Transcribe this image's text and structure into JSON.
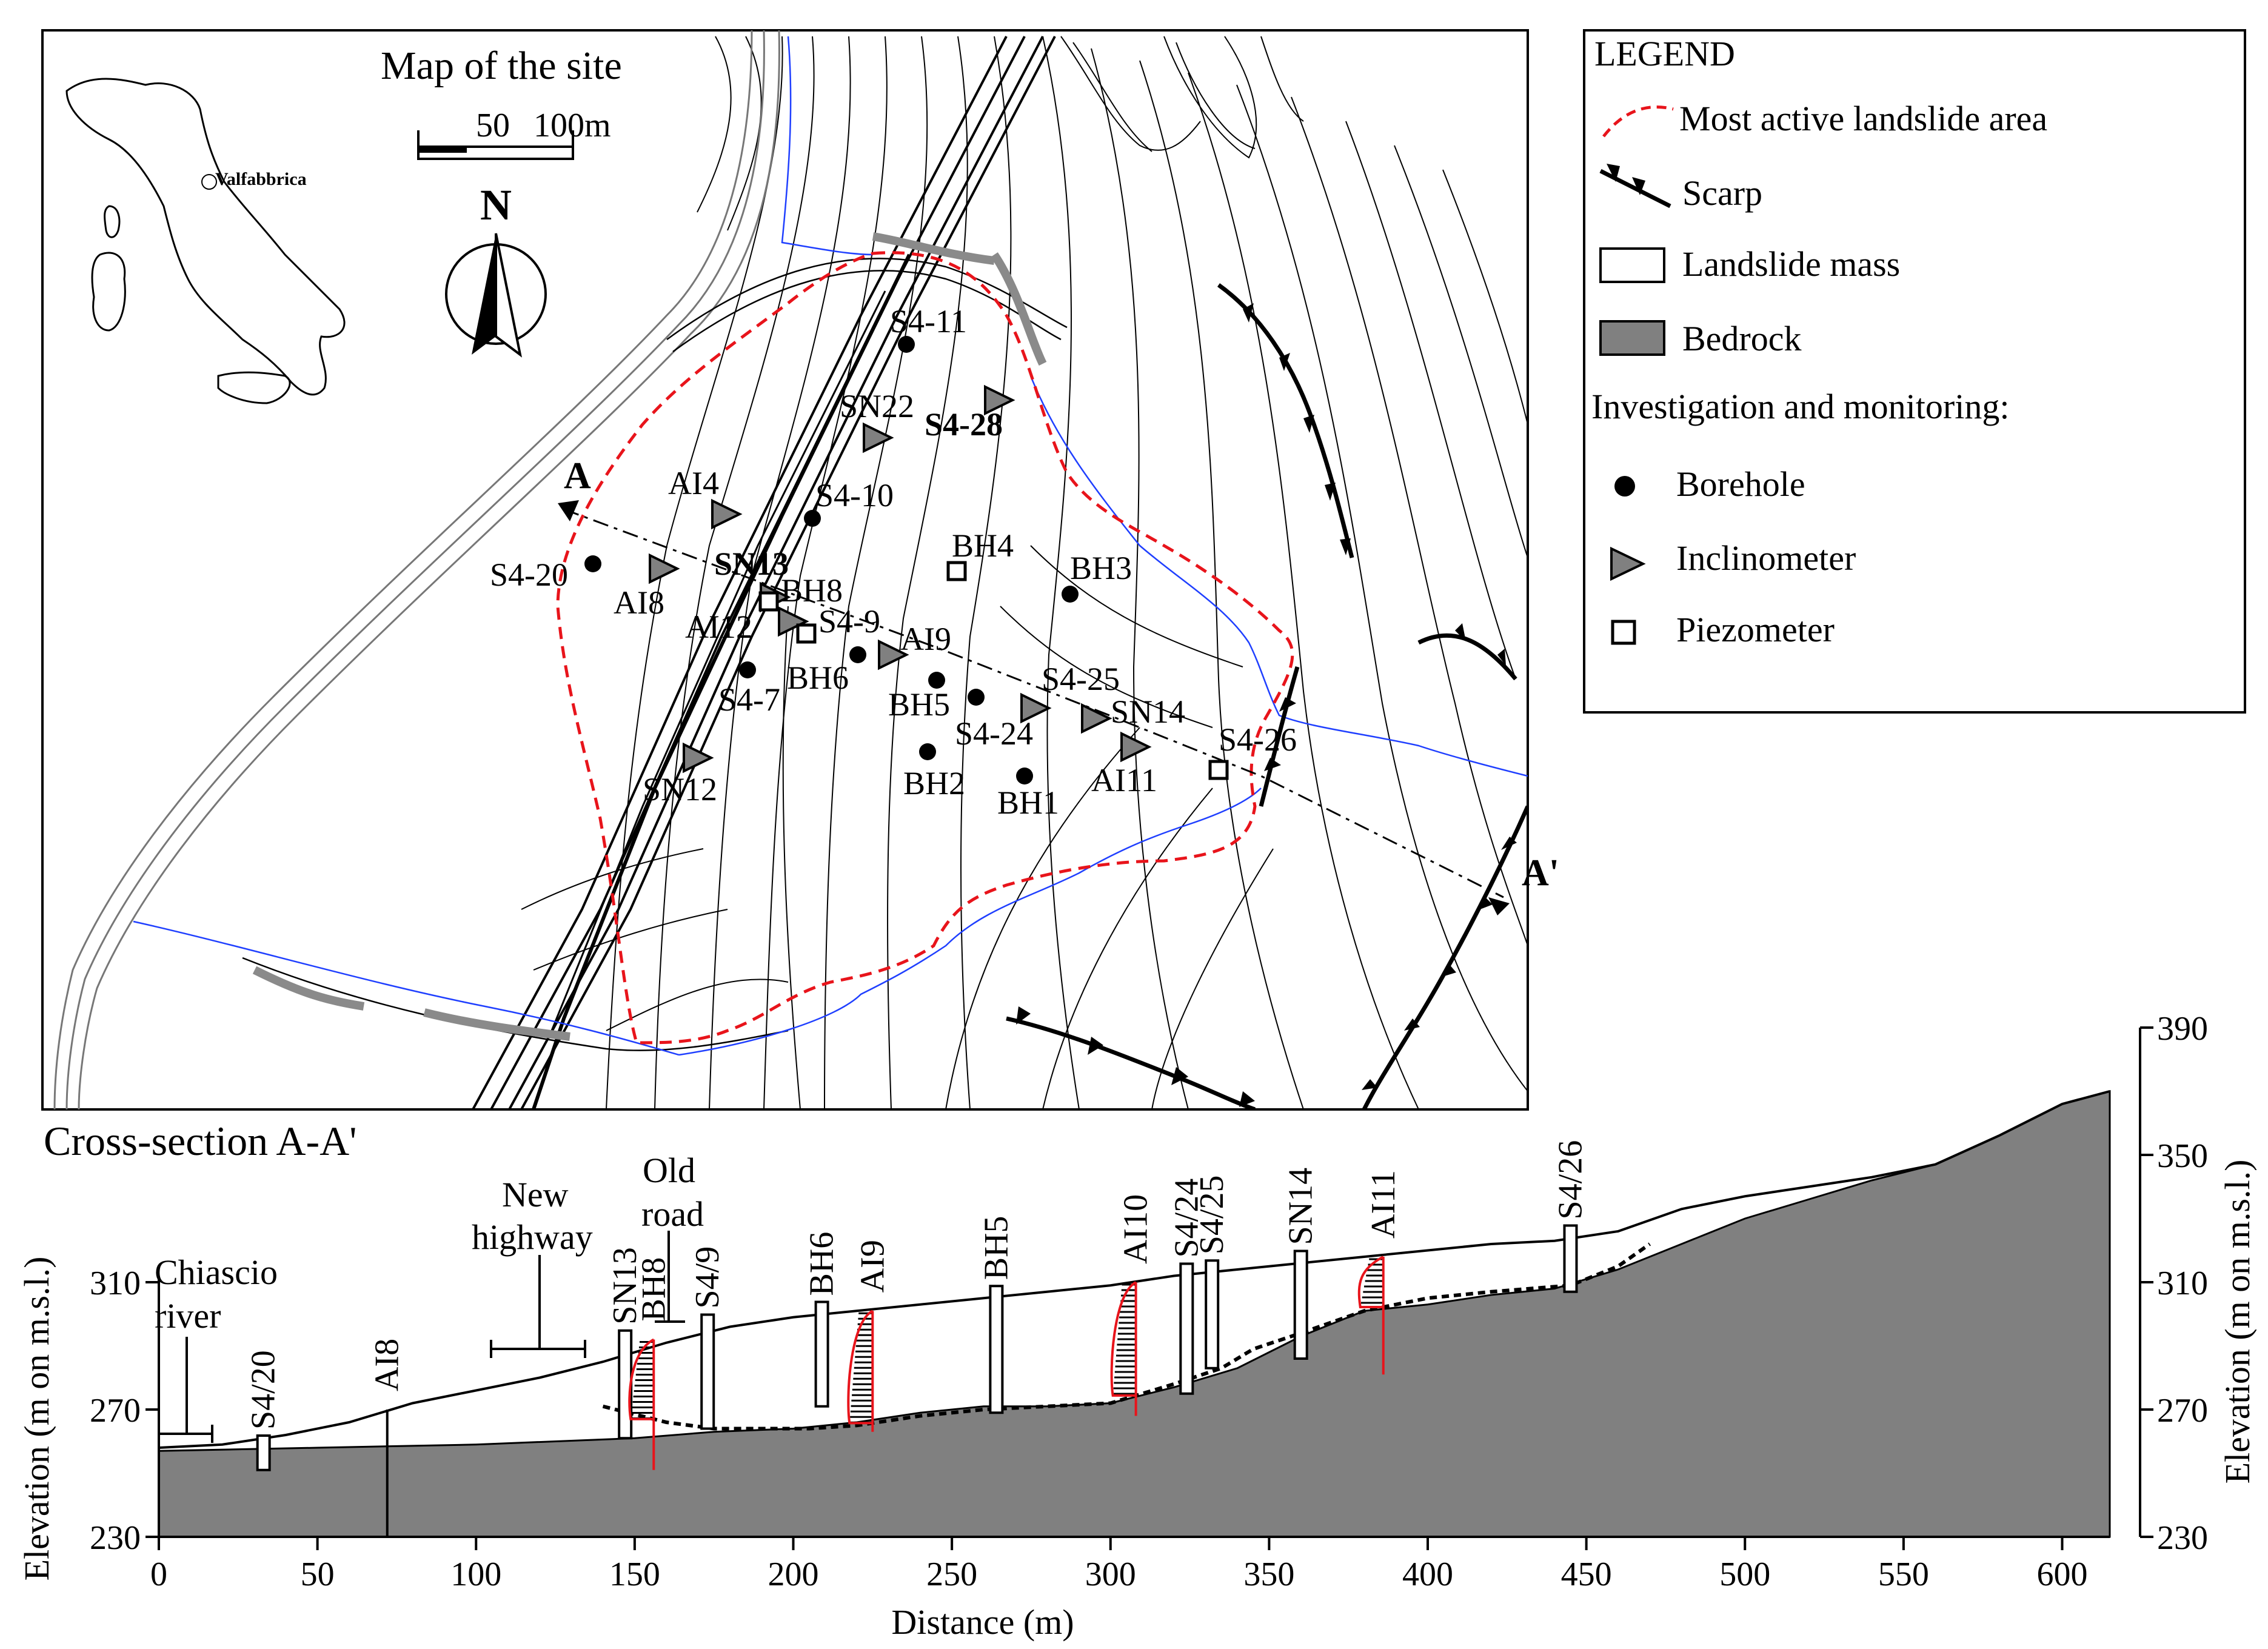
{
  "map": {
    "title": "Map of the site",
    "scale_bar": {
      "labels": [
        "50",
        "100m"
      ]
    },
    "north_label": "N",
    "inset_label": "Valfabbrica",
    "section_line_labels": {
      "start": "A",
      "end": "A'"
    },
    "borehole_labels": [
      "S4-11",
      "S4-10",
      "S4-20",
      "S4-7",
      "BH6",
      "BH5",
      "BH2",
      "BH1",
      "BH3",
      "S4-24"
    ],
    "inclinometer_labels": [
      "SN22",
      "S4-28",
      "AI4",
      "AI8",
      "SN13",
      "AI12",
      "AI9",
      "S4-25",
      "SN14",
      "AI11",
      "SN12"
    ],
    "piezometer_labels": [
      "BH4",
      "BH8",
      "S4-9",
      "S4-26"
    ]
  },
  "legend": {
    "title": "LEGEND",
    "items": [
      {
        "label": "Most active landslide area",
        "symbol": "red-dashed-line-icon",
        "color": "#e8141b"
      },
      {
        "label": "Scarp",
        "symbol": "scarp-line-icon"
      },
      {
        "label": "Landslide mass",
        "symbol": "white-box-icon"
      },
      {
        "label": "Bedrock",
        "symbol": "gray-box-icon",
        "color": "#808080"
      }
    ],
    "investigation_title": "Investigation and monitoring:",
    "investigation_items": [
      {
        "label": "Borehole",
        "symbol": "filled-circle-icon"
      },
      {
        "label": "Inclinometer",
        "symbol": "gray-triangle-icon"
      },
      {
        "label": "Piezometer",
        "symbol": "hollow-square-icon"
      }
    ]
  },
  "section": {
    "title": "Cross-section A-A'",
    "annotations": {
      "river": [
        "Chiascio",
        "river"
      ],
      "highway": [
        "New",
        "highway"
      ],
      "old_road": [
        "Old",
        "road"
      ]
    }
  },
  "chart_data": {
    "type": "area",
    "xlabel": "Distance (m)",
    "ylabel_left": "Elevation (m on m.s.l.)",
    "ylabel_right": "Elevation (m on m.s.l.)",
    "xlim": [
      0,
      615
    ],
    "ylim": [
      230,
      390
    ],
    "x_ticks": [
      0,
      50,
      100,
      150,
      200,
      250,
      300,
      350,
      400,
      450,
      500,
      550,
      600
    ],
    "y_ticks_left": [
      230,
      270,
      310
    ],
    "y_ticks_right": [
      230,
      270,
      310,
      350,
      390
    ],
    "ground_surface": {
      "x": [
        0,
        20,
        40,
        60,
        80,
        100,
        120,
        140,
        160,
        180,
        200,
        220,
        240,
        260,
        280,
        300,
        320,
        340,
        360,
        380,
        400,
        420,
        440,
        460,
        480,
        500,
        520,
        540,
        560,
        580,
        600,
        615
      ],
      "y": [
        258,
        259,
        262,
        266,
        272,
        276,
        280,
        285,
        291,
        296,
        299,
        301,
        303,
        305,
        307,
        309,
        312,
        314,
        316,
        318,
        320,
        322,
        323,
        326,
        333,
        337,
        340,
        343,
        347,
        356,
        366,
        370
      ]
    },
    "bedrock_surface": {
      "x": [
        0,
        50,
        100,
        150,
        175,
        200,
        220,
        240,
        260,
        280,
        300,
        320,
        340,
        360,
        380,
        400,
        420,
        440,
        460,
        480,
        500,
        520,
        540,
        560,
        580,
        600,
        615
      ],
      "y": [
        257,
        258,
        259,
        261,
        263,
        264,
        266,
        269,
        271,
        271,
        272,
        277,
        283,
        293,
        301,
        303,
        306,
        308,
        314,
        322,
        330,
        336,
        342,
        347,
        356,
        366,
        370
      ]
    },
    "slip_surface": {
      "x": [
        140,
        160,
        175,
        190,
        205,
        220,
        240,
        260,
        280,
        300,
        320,
        335,
        345,
        360,
        380,
        400,
        420,
        445,
        460,
        470
      ],
      "y": [
        271,
        266,
        264,
        264,
        264,
        265,
        268,
        270,
        271,
        272,
        278,
        283,
        289,
        294,
        301,
        305,
        307,
        309,
        315,
        322
      ]
    },
    "instruments": [
      {
        "name": "S4/20",
        "x": 33,
        "top": 258,
        "bottom": 251,
        "kind": "piezometer"
      },
      {
        "name": "AI8",
        "x": 72,
        "top": 270,
        "bottom": 230,
        "kind": "inclinometer"
      },
      {
        "name": "SN13",
        "x": 147,
        "top": 291,
        "bottom": 261,
        "kind": "piezometer"
      },
      {
        "name": "BH8",
        "x": 156,
        "top": 292,
        "bottom": 251,
        "kind": "inclinometer"
      },
      {
        "name": "S4/9",
        "x": 173,
        "top": 296,
        "bottom": 264,
        "kind": "piezometer"
      },
      {
        "name": "BH6",
        "x": 209,
        "top": 300,
        "bottom": 271,
        "kind": "piezometer"
      },
      {
        "name": "AI9",
        "x": 225,
        "top": 301,
        "bottom": 263,
        "kind": "inclinometer"
      },
      {
        "name": "BH5",
        "x": 264,
        "top": 305,
        "bottom": 269,
        "kind": "piezometer"
      },
      {
        "name": "AI10",
        "x": 308,
        "top": 310,
        "bottom": 268,
        "kind": "inclinometer"
      },
      {
        "name": "S4/24",
        "x": 324,
        "top": 312,
        "bottom": 275,
        "kind": "piezometer"
      },
      {
        "name": "S4/25",
        "x": 332,
        "top": 313,
        "bottom": 283,
        "kind": "piezometer"
      },
      {
        "name": "SN14",
        "x": 360,
        "top": 316,
        "bottom": 286,
        "kind": "piezometer"
      },
      {
        "name": "AI11",
        "x": 386,
        "top": 318,
        "bottom": 281,
        "kind": "inclinometer"
      },
      {
        "name": "S4/26",
        "x": 445,
        "top": 324,
        "bottom": 307,
        "kind": "piezometer"
      }
    ]
  }
}
